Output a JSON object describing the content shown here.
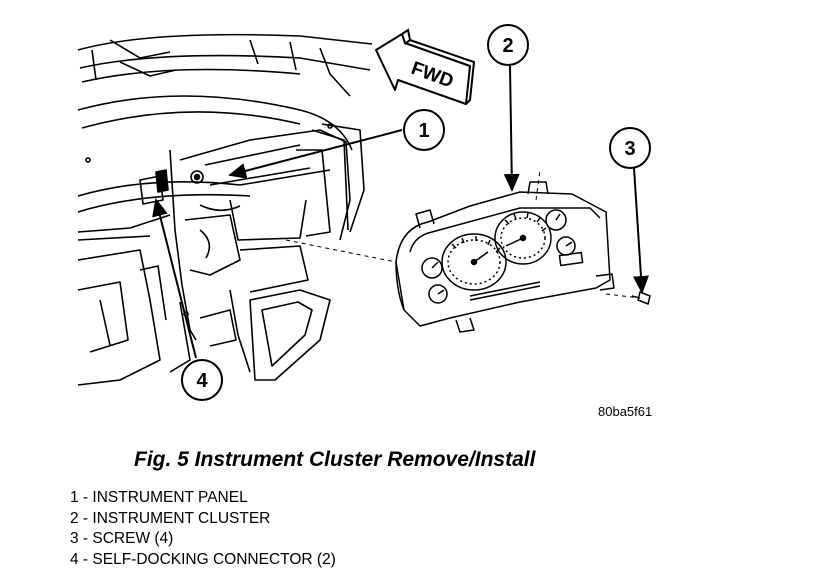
{
  "figure": {
    "title": "Fig. 5 Instrument Cluster Remove/Install",
    "image_id": "80ba5f61",
    "direction_arrow_label": "FWD",
    "callouts": [
      {
        "number": "1",
        "label": "INSTRUMENT PANEL"
      },
      {
        "number": "2",
        "label": "INSTRUMENT CLUSTER"
      },
      {
        "number": "3",
        "label": "SCREW (4)"
      },
      {
        "number": "4",
        "label": "SELF-DOCKING CONNECTOR (2)"
      }
    ],
    "legend": [
      "1 - INSTRUMENT PANEL",
      "2 - INSTRUMENT CLUSTER",
      "3 - SCREW (4)",
      "4 - SELF-DOCKING CONNECTOR (2)"
    ]
  }
}
